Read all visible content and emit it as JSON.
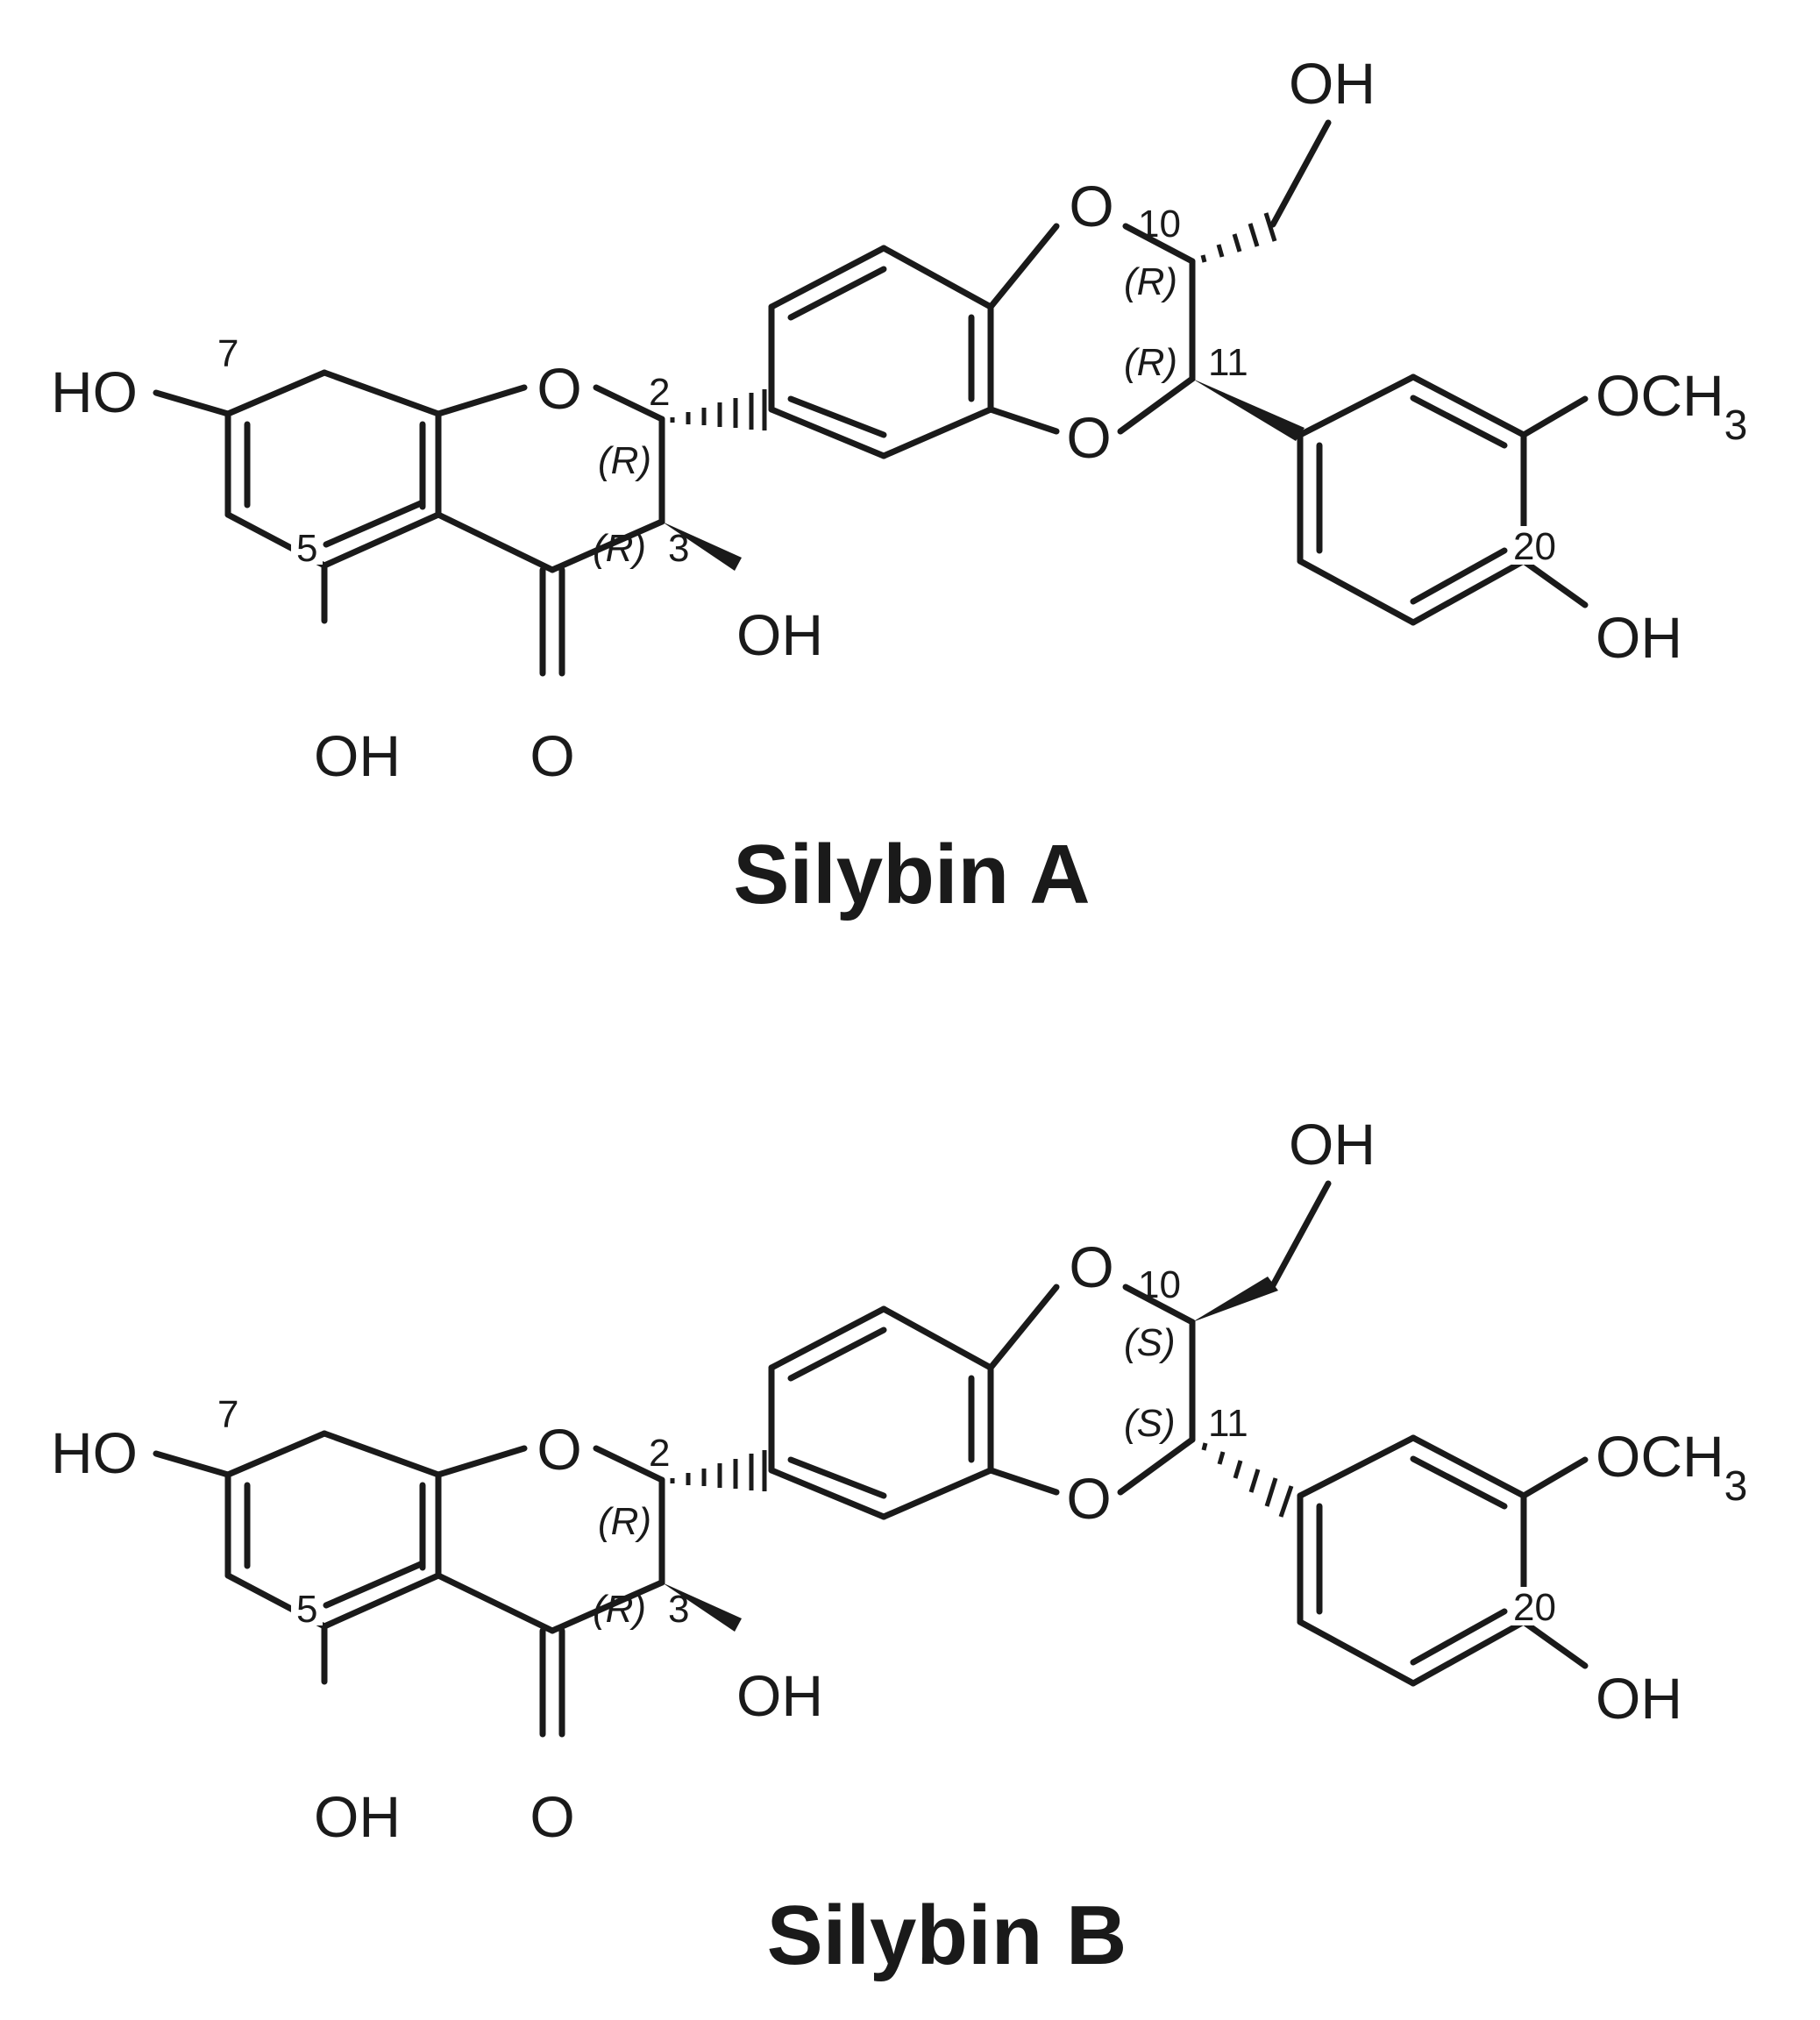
{
  "molecules": [
    {
      "name": "Silybin A",
      "atoms": {
        "o1": "O",
        "o2": "O",
        "o3": "O",
        "ho7": "HO",
        "oh5": "OH",
        "o4": "O",
        "oh3": "OH",
        "oh_top": "OH",
        "och3": "OCH3",
        "oh20": "OH"
      },
      "numbers": {
        "n7": "7",
        "n5": "5",
        "n2": "2",
        "n3": "3",
        "n10": "10",
        "n11": "11",
        "n20": "20"
      },
      "stereo": {
        "c2": "(R)",
        "c3": "(R)",
        "c10": "(R)",
        "c11": "(R)"
      }
    },
    {
      "name": "Silybin B",
      "atoms": {
        "o1": "O",
        "o2": "O",
        "o3": "O",
        "ho7": "HO",
        "oh5": "OH",
        "o4": "O",
        "oh3": "OH",
        "oh_top": "OH",
        "och3": "OCH3",
        "oh20": "OH"
      },
      "numbers": {
        "n7": "7",
        "n5": "5",
        "n2": "2",
        "n3": "3",
        "n10": "10",
        "n11": "11",
        "n20": "20"
      },
      "stereo": {
        "c2": "(R)",
        "c3": "(R)",
        "c10": "(S)",
        "c11": "(S)"
      }
    }
  ]
}
